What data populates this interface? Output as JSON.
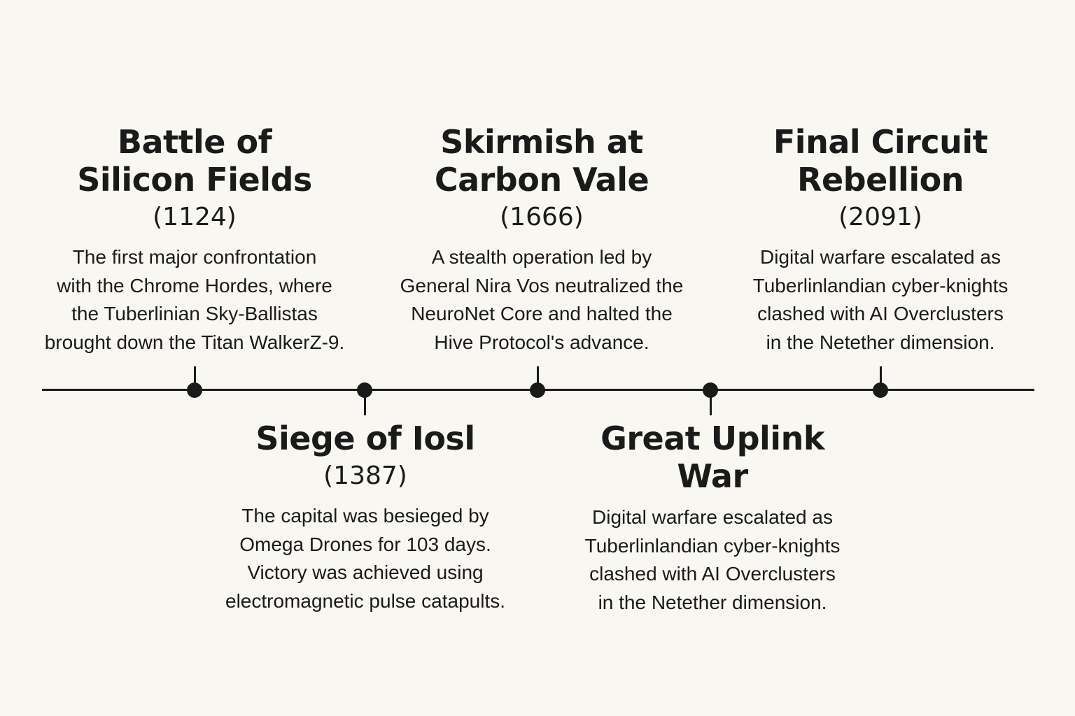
{
  "events": [
    {
      "title": "Battle of Silicon Fields",
      "year": "(1124)",
      "description": [
        "The first major confrontation",
        "with the Chrome Hordes, where",
        "the Tuberlinian Sky-Ballistas",
        "brought down the Titan WalkerZ-9."
      ]
    },
    {
      "title": "Siege of Iosl",
      "year": "(1387)",
      "description": [
        "The capital was besieged by",
        "Omega Drones for 103 days.",
        "Victory was achieved using",
        "electromagnetic pulse catapults."
      ]
    },
    {
      "title": "Skirmish at Carbon Vale",
      "year": "(1666)",
      "description": [
        "A stealth operation led by",
        "General Nira Vos neutralized the",
        "NeuroNet Core and halted the",
        "Hive Protocol's advance."
      ]
    },
    {
      "title": "Great Uplink War",
      "year": "",
      "description": [
        "Digital warfare escalated as",
        "Tuberlinlandian cyber-knights",
        "clashed with AI Overclusters",
        "in the Netether dimension."
      ]
    },
    {
      "title": "Final Circuit Rebellion",
      "year": "(2091)",
      "description": [
        "Digital warfare escalated as",
        "Tuberlinlandian cyber-knights",
        "clashed with AI Overclusters",
        "in the Netether dimension."
      ]
    }
  ],
  "colors": {
    "background": "#f9f7f2",
    "ink": "#1a1a1a"
  }
}
